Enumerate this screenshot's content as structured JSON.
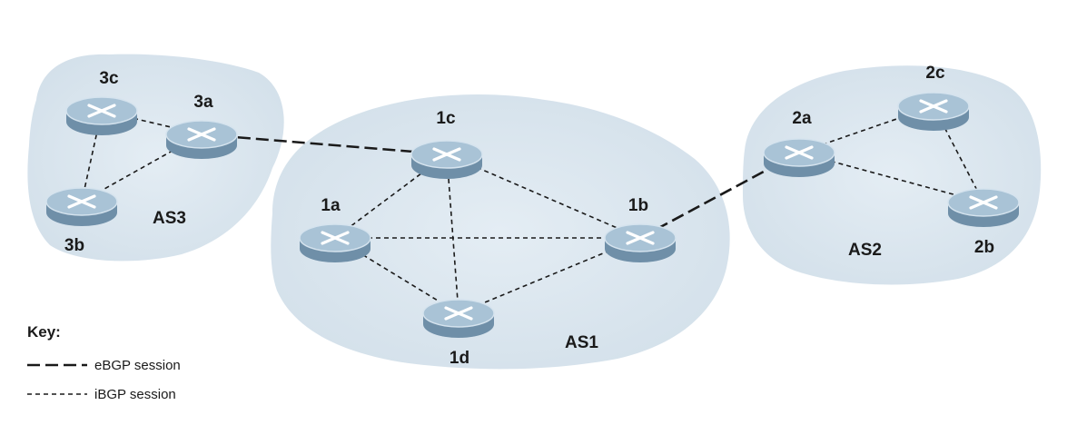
{
  "autonomous_systems": [
    {
      "id": "AS3",
      "label": "AS3"
    },
    {
      "id": "AS1",
      "label": "AS1"
    },
    {
      "id": "AS2",
      "label": "AS2"
    }
  ],
  "routers": [
    {
      "id": "3c",
      "label": "3c",
      "as": "AS3"
    },
    {
      "id": "3a",
      "label": "3a",
      "as": "AS3"
    },
    {
      "id": "3b",
      "label": "3b",
      "as": "AS3"
    },
    {
      "id": "1c",
      "label": "1c",
      "as": "AS1"
    },
    {
      "id": "1a",
      "label": "1a",
      "as": "AS1"
    },
    {
      "id": "1b",
      "label": "1b",
      "as": "AS1"
    },
    {
      "id": "1d",
      "label": "1d",
      "as": "AS1"
    },
    {
      "id": "2a",
      "label": "2a",
      "as": "AS2"
    },
    {
      "id": "2c",
      "label": "2c",
      "as": "AS2"
    },
    {
      "id": "2b",
      "label": "2b",
      "as": "AS2"
    }
  ],
  "sessions": {
    "ebgp": [
      {
        "from": "3a",
        "to": "1c"
      },
      {
        "from": "1b",
        "to": "2a"
      }
    ],
    "ibgp": [
      {
        "from": "3c",
        "to": "3a"
      },
      {
        "from": "3c",
        "to": "3b"
      },
      {
        "from": "3a",
        "to": "3b"
      },
      {
        "from": "1c",
        "to": "1a"
      },
      {
        "from": "1c",
        "to": "1b"
      },
      {
        "from": "1c",
        "to": "1d"
      },
      {
        "from": "1a",
        "to": "1b"
      },
      {
        "from": "1a",
        "to": "1d"
      },
      {
        "from": "1b",
        "to": "1d"
      },
      {
        "from": "2a",
        "to": "2c"
      },
      {
        "from": "2a",
        "to": "2b"
      },
      {
        "from": "2c",
        "to": "2b"
      }
    ]
  },
  "key": {
    "title": "Key:",
    "ebgp_label": "eBGP session",
    "ibgp_label": "iBGP session"
  },
  "colors": {
    "cloud_fill": "#dde7ef",
    "cloud_edge": "#cfdbe6",
    "router_top": "#a9c3d6",
    "router_side": "#6f8fa8",
    "router_rim": "#d5e3ee",
    "router_cross": "#ffffff",
    "link": "#1a1a1a"
  }
}
